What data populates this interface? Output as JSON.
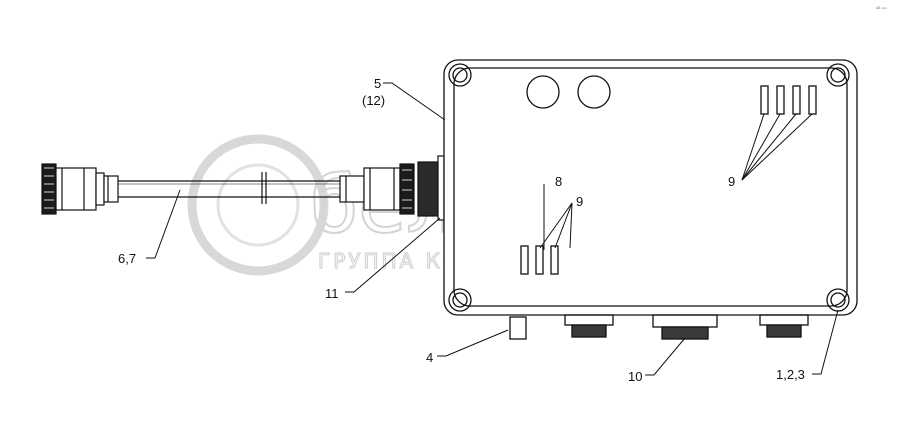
{
  "watermark": {
    "brand": "белагро",
    "tagline": "ГРУППА КОМПАНИЙ"
  },
  "corner_code": "ᵃᴰ ⁿⁿⁿ",
  "callouts": {
    "c5": "5",
    "c12": "(12)",
    "c67": "6,7",
    "c11": "11",
    "c4": "4",
    "c8": "8",
    "c9a": "9",
    "c9b": "9",
    "c10": "10",
    "c123": "1,2,3"
  }
}
